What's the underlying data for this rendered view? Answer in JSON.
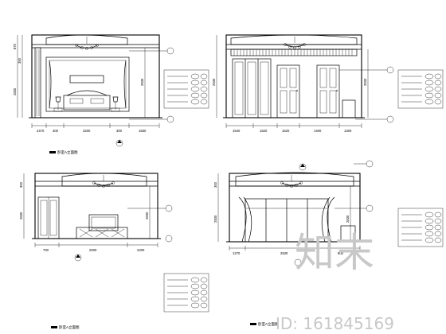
{
  "sheet": {
    "panels": [
      {
        "id": "tl",
        "caption": "卧室A立面图",
        "subcaption": "",
        "dims_bottom": [
          "2470",
          "300",
          "3200",
          "300",
          "1550"
        ],
        "dims_left": [
          "870",
          "350",
          "2830"
        ],
        "dims_right": [
          "2830"
        ],
        "callouts": [
          "",
          "",
          "",
          "",
          ""
        ]
      },
      {
        "id": "tr",
        "caption": "",
        "dims_bottom": [
          "1540",
          "1520",
          "1520",
          "1400",
          "1300"
        ],
        "dims_left": [
          "2930"
        ],
        "dims_right": [
          "2830"
        ],
        "callouts": [
          "",
          "",
          "",
          "",
          ""
        ]
      },
      {
        "id": "bl",
        "caption": "卧室A立面图",
        "dims_bottom": [
          "700",
          "2000",
          "2200"
        ],
        "dims_left": [
          "300",
          "2830"
        ],
        "dims_right": [
          "2830"
        ],
        "callouts": [
          "",
          "",
          "",
          "",
          ""
        ]
      },
      {
        "id": "br",
        "caption": "卧室A立面图",
        "dims_bottom": [
          "1270",
          "2630",
          "800"
        ],
        "dims_left": [
          "300",
          "2830"
        ],
        "dims_right": [
          "2830"
        ],
        "callouts": [
          "",
          "",
          "",
          "",
          ""
        ]
      }
    ]
  },
  "watermark": {
    "brand": "知末",
    "id_text": "ID: 161845169"
  }
}
